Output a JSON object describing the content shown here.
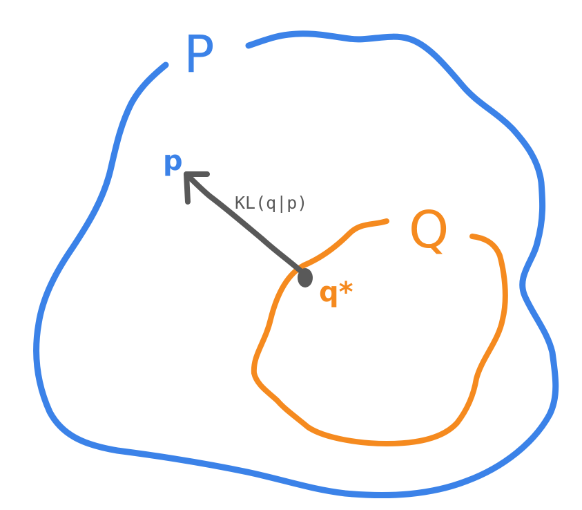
{
  "colors": {
    "set_P": "#3b82e8",
    "set_Q": "#f58a1f",
    "arrow": "#595959",
    "background": "#ffffff"
  },
  "labels": {
    "set_P": "P",
    "set_Q": "Q",
    "point_p": "p",
    "point_q_star": "q*",
    "divergence": "KL(q|p)"
  }
}
